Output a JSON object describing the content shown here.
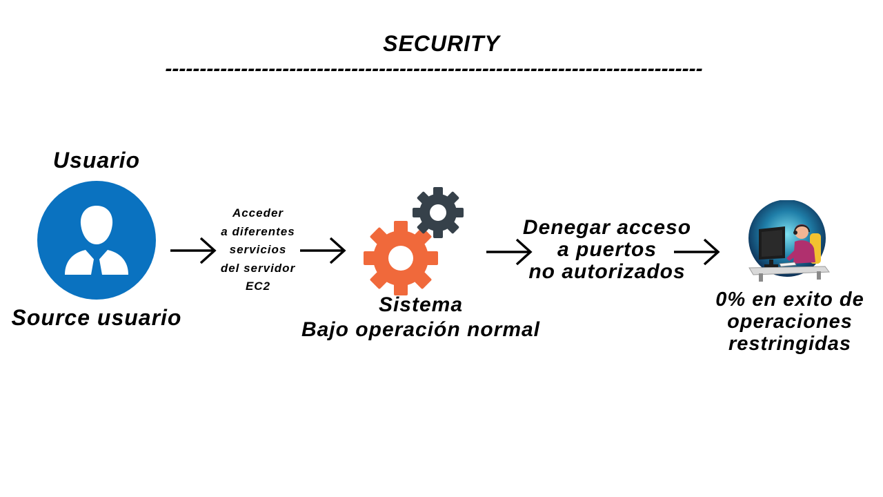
{
  "header": {
    "title": "SECURITY",
    "separator": "------------------------------------------------------------------------------"
  },
  "user": {
    "title": "Usuario",
    "caption": "Source usuario",
    "icon": "user-avatar-icon",
    "color": "#0a72c0"
  },
  "step1": {
    "lines": [
      "Acceder",
      "a diferentes",
      "servicios",
      "del servidor",
      "EC2"
    ]
  },
  "system": {
    "lines": [
      "Sistema",
      "Bajo operación normal"
    ],
    "icon": "gears-icon",
    "gear_colors": [
      "#f0693b",
      "#36414a"
    ]
  },
  "step2": {
    "lines": [
      "Denegar acceso",
      "a puertos",
      "no autorizados"
    ]
  },
  "result": {
    "lines": [
      "0% en exito de",
      "operaciones",
      "restringidas"
    ],
    "icon": "hacker-computer-icon"
  }
}
